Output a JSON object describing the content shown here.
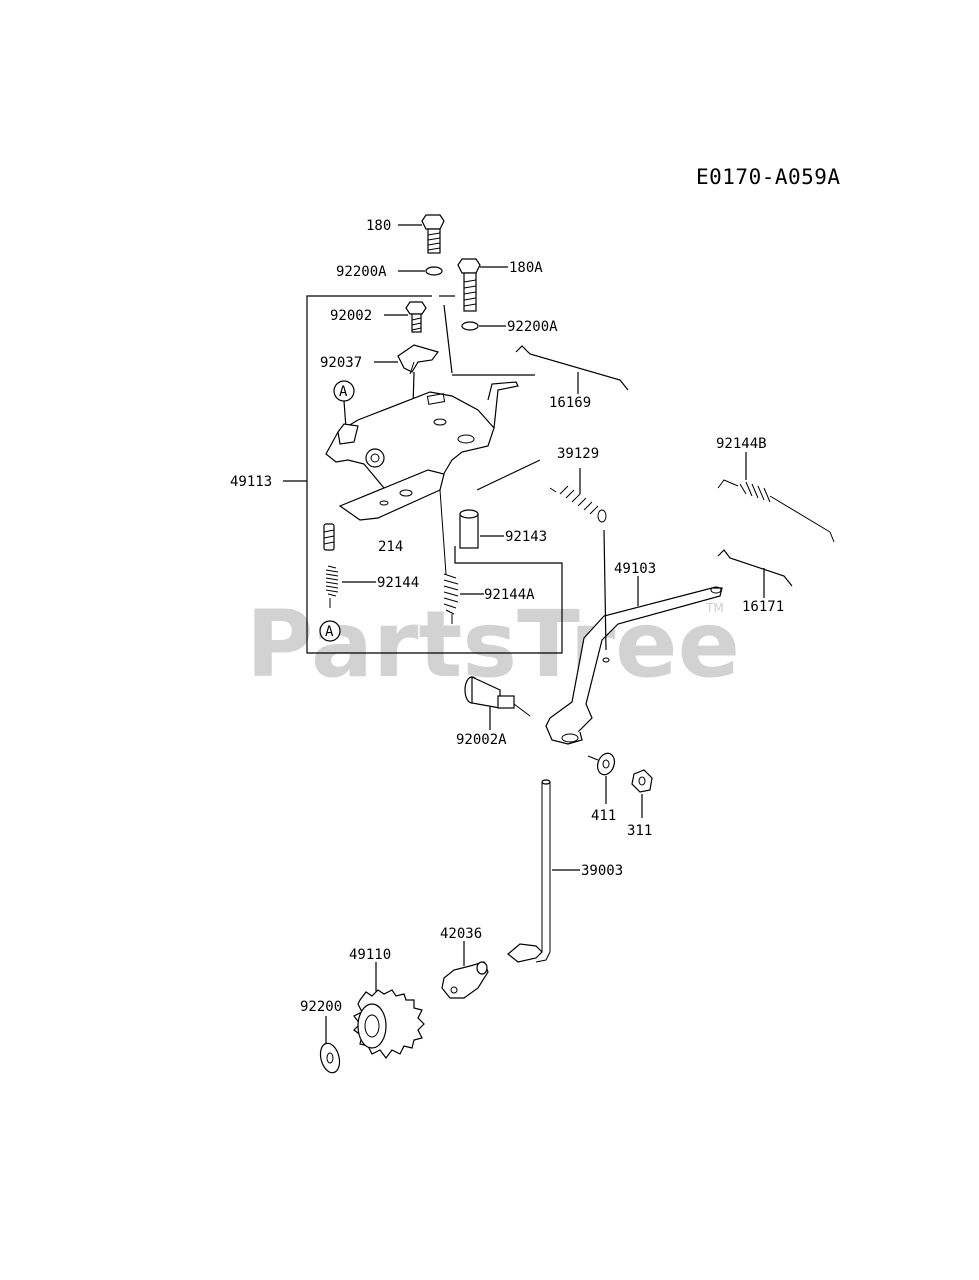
{
  "diagram": {
    "code": "E0170-A059A",
    "watermark": "PartsTree",
    "watermark_tm": "TM",
    "callouts": {
      "c180": "180",
      "c92200A_1": "92200A",
      "c180A": "180A",
      "c92002": "92002",
      "c92200A_2": "92200A",
      "c92037": "92037",
      "c16169": "16169",
      "c39129": "39129",
      "c92144B": "92144B",
      "c49113": "49113",
      "c214": "214",
      "c92143": "92143",
      "c92144": "92144",
      "c92144A": "92144A",
      "c49103": "49103",
      "c16171": "16171",
      "c92002A": "92002A",
      "c411": "411",
      "c311": "311",
      "c39003": "39003",
      "c42036": "42036",
      "c49110": "49110",
      "c92200": "92200",
      "refA_top": "A",
      "refA_bottom": "A"
    }
  }
}
